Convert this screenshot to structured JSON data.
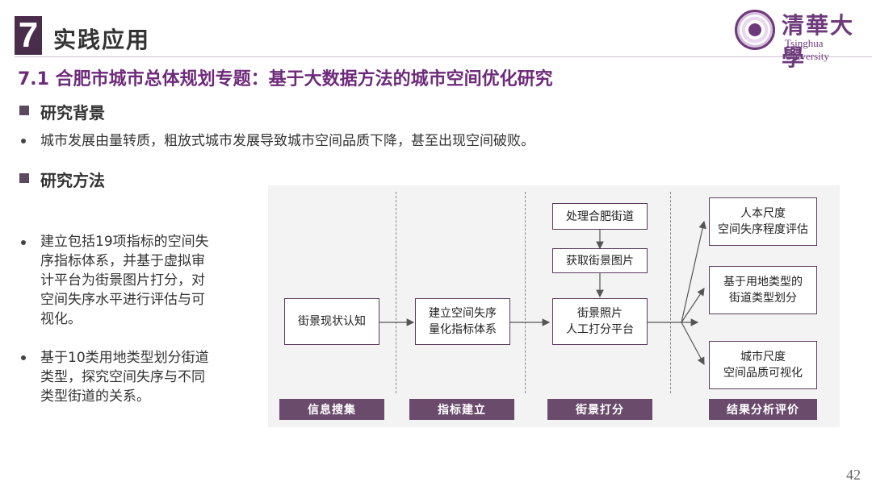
{
  "header": {
    "number": "7",
    "title": "实践应用",
    "logo_cn": "清華大學",
    "logo_en": "Tsinghua University"
  },
  "subtitle": "7.1 合肥市城市总体规划专题：基于大数据方法的城市空间优化研究",
  "background": {
    "heading": "研究背景",
    "bullet": "城市发展由量转质，粗放式城市发展导致城市空间品质下降，甚至出现空间破败。"
  },
  "method": {
    "heading": "研究方法",
    "bullet1": [
      "建立包括19项指标的空间失",
      "序指标体系，并基于虚拟审",
      "计平台为街景图片打分，对",
      "空间失序水平进行评估与可",
      "视化。"
    ],
    "bullet2": [
      "基于10类用地类型划分街道",
      "类型，探究空间失序与不同",
      "类型街道的关系。"
    ]
  },
  "diagram": {
    "boxes": {
      "collect": "街景现状认知",
      "indicator": [
        "建立空间失序",
        "量化指标体系"
      ],
      "process": "处理合肥街道",
      "fetch": "获取街景图片",
      "score": [
        "街景照片",
        "人工打分平台"
      ],
      "result1": [
        "人本尺度",
        "空间失序程度评估"
      ],
      "result2": [
        "基于用地类型的",
        "街道类型划分"
      ],
      "result3": [
        "城市尺度",
        "空间品质可视化"
      ]
    },
    "stages": [
      "信息搜集",
      "指标建立",
      "街景打分",
      "结果分析评价"
    ]
  },
  "page_number": "42",
  "colors": {
    "accent": "#6e2a7a",
    "dark": "#4a2c4c",
    "bar": "#6a4b6c"
  }
}
